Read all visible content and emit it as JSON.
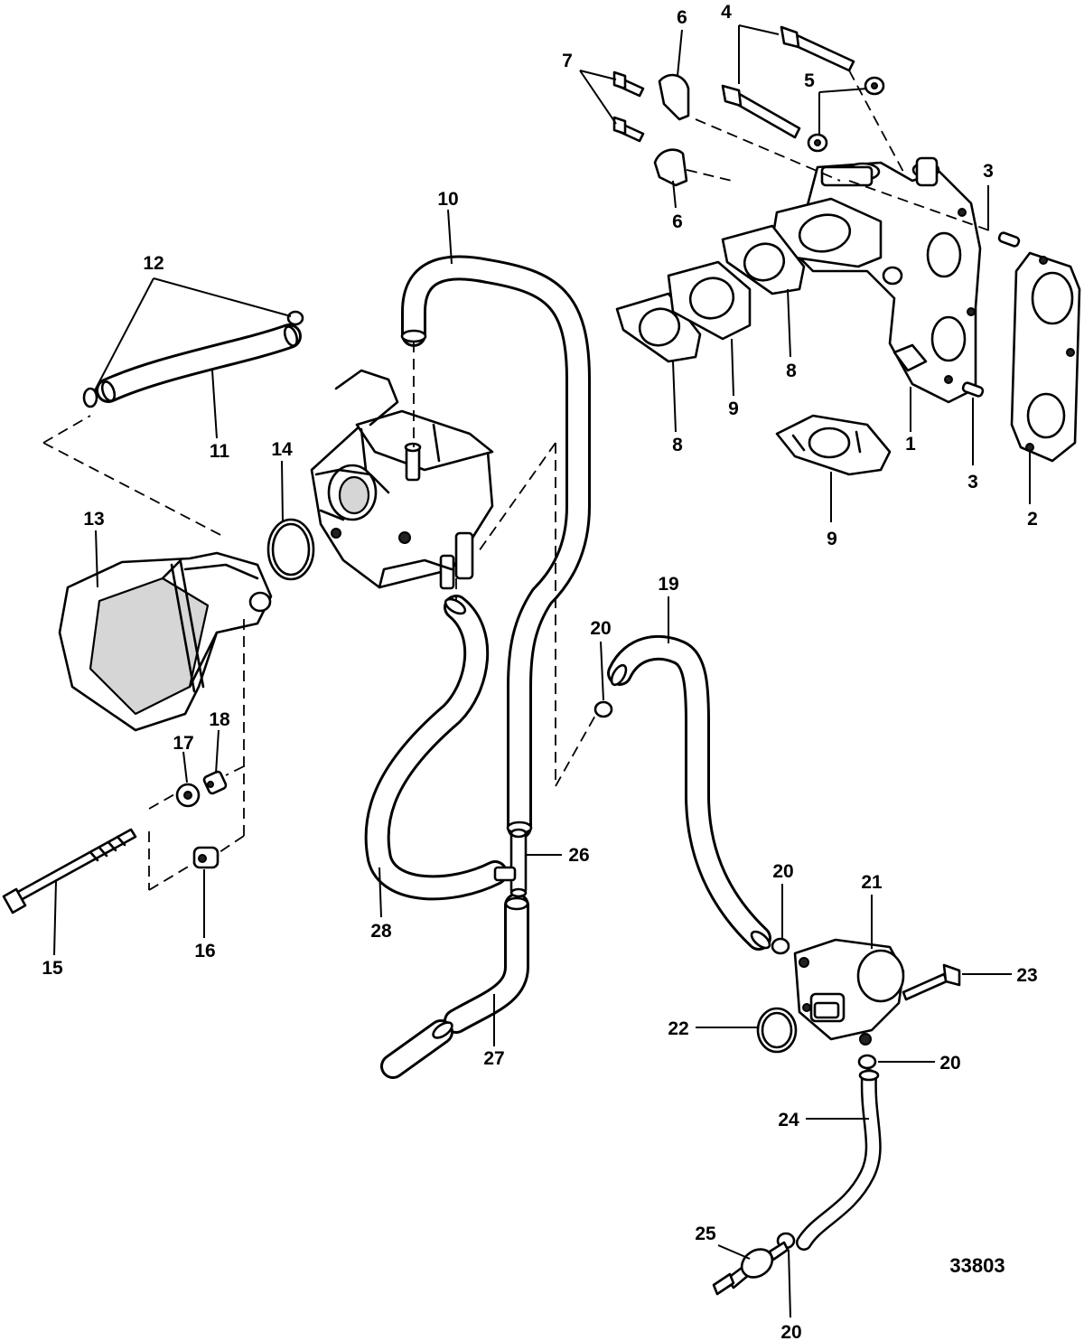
{
  "diagram": {
    "reference_number": "33803",
    "callouts": [
      {
        "id": "c1",
        "text": "1"
      },
      {
        "id": "c2",
        "text": "2"
      },
      {
        "id": "c3a",
        "text": "3"
      },
      {
        "id": "c3b",
        "text": "3"
      },
      {
        "id": "c4",
        "text": "4"
      },
      {
        "id": "c5",
        "text": "5"
      },
      {
        "id": "c6a",
        "text": "6"
      },
      {
        "id": "c6b",
        "text": "6"
      },
      {
        "id": "c7",
        "text": "7"
      },
      {
        "id": "c8a",
        "text": "8"
      },
      {
        "id": "c8b",
        "text": "8"
      },
      {
        "id": "c9a",
        "text": "9"
      },
      {
        "id": "c9b",
        "text": "9"
      },
      {
        "id": "c10",
        "text": "10"
      },
      {
        "id": "c11",
        "text": "11"
      },
      {
        "id": "c12",
        "text": "12"
      },
      {
        "id": "c13",
        "text": "13"
      },
      {
        "id": "c14",
        "text": "14"
      },
      {
        "id": "c15",
        "text": "15"
      },
      {
        "id": "c16",
        "text": "16"
      },
      {
        "id": "c17",
        "text": "17"
      },
      {
        "id": "c18",
        "text": "18"
      },
      {
        "id": "c19",
        "text": "19"
      },
      {
        "id": "c20a",
        "text": "20"
      },
      {
        "id": "c20b",
        "text": "20"
      },
      {
        "id": "c20c",
        "text": "20"
      },
      {
        "id": "c20d",
        "text": "20"
      },
      {
        "id": "c21",
        "text": "21"
      },
      {
        "id": "c22",
        "text": "22"
      },
      {
        "id": "c23",
        "text": "23"
      },
      {
        "id": "c24",
        "text": "24"
      },
      {
        "id": "c25",
        "text": "25"
      },
      {
        "id": "c26",
        "text": "26"
      },
      {
        "id": "c27",
        "text": "27"
      },
      {
        "id": "c28",
        "text": "28"
      }
    ]
  }
}
